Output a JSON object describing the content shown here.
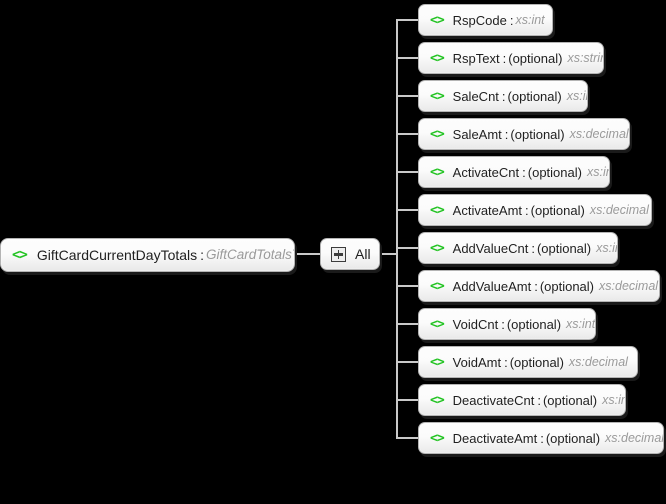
{
  "diagram": {
    "type": "xsd-element-tree",
    "background_color": "#000000",
    "element_icon": "<>",
    "icon_color": "#22c322",
    "connector_color": "#c9c9c9",
    "optional_marker": "(optional)"
  },
  "root": {
    "icon": "element-icon",
    "name": "GiftCardCurrentDayTotals",
    "separator": ":",
    "optional": "",
    "type": "GiftCardTotalsType"
  },
  "compositor": {
    "icon": "all-compositor-icon",
    "label": "All"
  },
  "children": [
    {
      "name": "RspCode",
      "separator": ":",
      "optional": "",
      "type": "xs:int"
    },
    {
      "name": "RspText",
      "separator": ":",
      "optional": "(optional)",
      "type": "xs:string"
    },
    {
      "name": "SaleCnt",
      "separator": ":",
      "optional": "(optional)",
      "type": "xs:int"
    },
    {
      "name": "SaleAmt",
      "separator": ":",
      "optional": "(optional)",
      "type": "xs:decimal"
    },
    {
      "name": "ActivateCnt",
      "separator": ":",
      "optional": "(optional)",
      "type": "xs:int"
    },
    {
      "name": "ActivateAmt",
      "separator": ":",
      "optional": "(optional)",
      "type": "xs:decimal"
    },
    {
      "name": "AddValueCnt",
      "separator": ":",
      "optional": "(optional)",
      "type": "xs:int"
    },
    {
      "name": "AddValueAmt",
      "separator": ":",
      "optional": "(optional)",
      "type": "xs:decimal"
    },
    {
      "name": "VoidCnt",
      "separator": ":",
      "optional": "(optional)",
      "type": "xs:int"
    },
    {
      "name": "VoidAmt",
      "separator": ":",
      "optional": "(optional)",
      "type": "xs:decimal"
    },
    {
      "name": "DeactivateCnt",
      "separator": ":",
      "optional": "(optional)",
      "type": "xs:int"
    },
    {
      "name": "DeactivateAmt",
      "separator": ":",
      "optional": "(optional)",
      "type": "xs:decimal"
    }
  ]
}
